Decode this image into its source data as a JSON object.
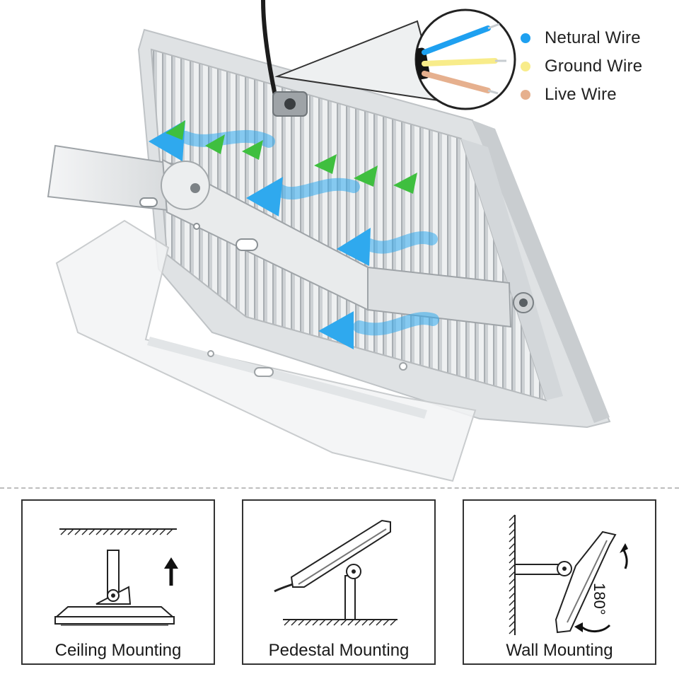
{
  "legend": {
    "items": [
      {
        "label": "Netural Wire",
        "color": "#1ea0f0"
      },
      {
        "label": "Ground Wire",
        "color": "#f8ec8a"
      },
      {
        "label": "Live Wire",
        "color": "#e6b08e"
      }
    ]
  },
  "colors": {
    "airflow_blue": "#2fa9ee",
    "airflow_green": "#3fbf3f",
    "housing": "#e4e6e8"
  },
  "panels": [
    {
      "caption": "Ceiling Mounting",
      "icon": "up-arrow-icon"
    },
    {
      "caption": "Pedestal Mounting",
      "icon": "pedestal-icon"
    },
    {
      "caption": "Wall Mounting",
      "icon": "rotate-arrow-icon",
      "angle_label": "180°"
    }
  ]
}
